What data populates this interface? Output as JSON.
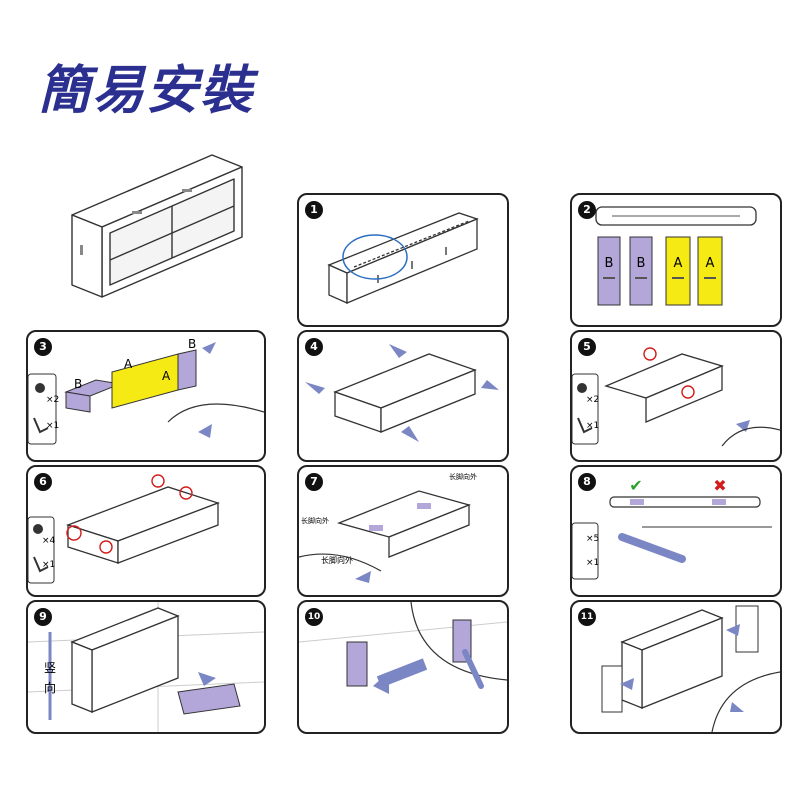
{
  "title": "簡易安裝",
  "steps": [
    {
      "num": "1"
    },
    {
      "num": "2",
      "parts": [
        "B",
        "B",
        "A",
        "A"
      ]
    },
    {
      "num": "3",
      "labels": [
        "B",
        "A",
        "A",
        "B"
      ],
      "qty": [
        "×2",
        "×1"
      ]
    },
    {
      "num": "4"
    },
    {
      "num": "5",
      "qty": [
        "×2",
        "×1"
      ]
    },
    {
      "num": "6",
      "qty": [
        "×4",
        "×1"
      ]
    },
    {
      "num": "7",
      "notes": [
        "长脚向外",
        "长脚向外",
        "长脚向外"
      ]
    },
    {
      "num": "8",
      "qty": [
        "×5",
        "×1"
      ],
      "marks": [
        "✔",
        "✖"
      ]
    },
    {
      "num": "9",
      "side_text": [
        "竖",
        "向"
      ]
    },
    {
      "num": "10"
    },
    {
      "num": "11"
    }
  ],
  "colors": {
    "title": "#2b2f8f",
    "yellow": "#f5ea14",
    "purple": "#b3a6d9",
    "arrow": "#7b86c4"
  }
}
